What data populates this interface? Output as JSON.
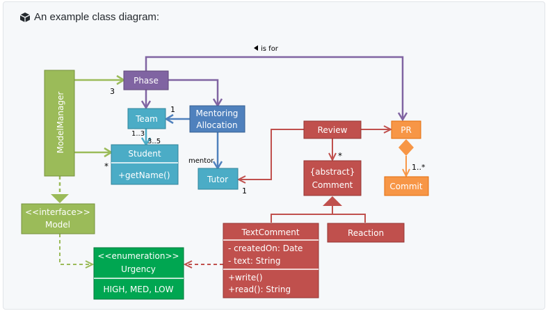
{
  "heading": {
    "icon": "package-icon",
    "text": "An example class diagram:"
  },
  "classes": {
    "model_manager": "ModelManager",
    "phase": "Phase",
    "team": "Team",
    "mentoring_line1": "Mentoring",
    "mentoring_line2": "Allocation",
    "student": "Student",
    "student_method": "+getName()",
    "tutor": "Tutor",
    "review": "Review",
    "pr": "PR",
    "commit": "Commit",
    "comment_line1": "{abstract}",
    "comment_line2": "Comment",
    "model_line1": "<<interface>>",
    "model_line2": "Model",
    "textcomment": "TextComment",
    "textcomment_attr1": "- createdOn: Date",
    "textcomment_attr2": "- text: String",
    "textcomment_method1": "+write()",
    "textcomment_method2": "+read(): String",
    "reaction": "Reaction",
    "urgency_line1": "<<enumeration>>",
    "urgency_line2": "Urgency",
    "urgency_values": "HIGH, MED, LOW"
  },
  "labels": {
    "is_for": "is for",
    "phase_mult": "3",
    "team_mult_1": "1",
    "team_student_from": "1..3",
    "team_student_to": "3..5",
    "student_mult": "*",
    "mentor": "mentor",
    "tutor_mult": "1",
    "comment_mult": "*",
    "commit_mult": "1..*"
  },
  "colors": {
    "purple": "#8064a2",
    "blue": "#4f81bd",
    "cyan": "#4bacc6",
    "green": "#9bbb59",
    "red": "#c0504d",
    "orange": "#f79646",
    "darkgreen": "#00a651"
  }
}
